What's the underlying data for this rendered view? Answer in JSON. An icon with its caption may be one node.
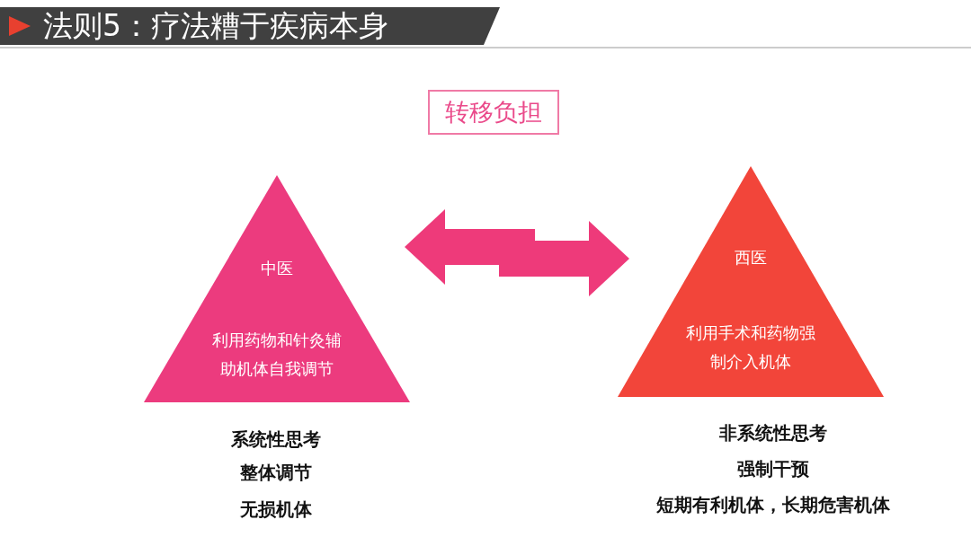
{
  "diagram": {
    "title": "法则5：疗法糟于疾病本身",
    "nodes": [
      {
        "text": [
          "转移负担"
        ]
      },
      {
        "text": [
          "中医",
          "利用药物和针灸辅助机体自我调节"
        ]
      },
      {
        "text": [
          "西医",
          "利用手术和药物强制介入机体"
        ]
      }
    ],
    "edges": [
      {
        "from": 1,
        "to": 2,
        "arrow": "both"
      }
    ],
    "labels": [
      "系统性思考",
      "整体调节",
      "无损机体",
      "非系统性思考",
      "强制干预",
      "短期有利机体，长期危害机体"
    ]
  }
}
